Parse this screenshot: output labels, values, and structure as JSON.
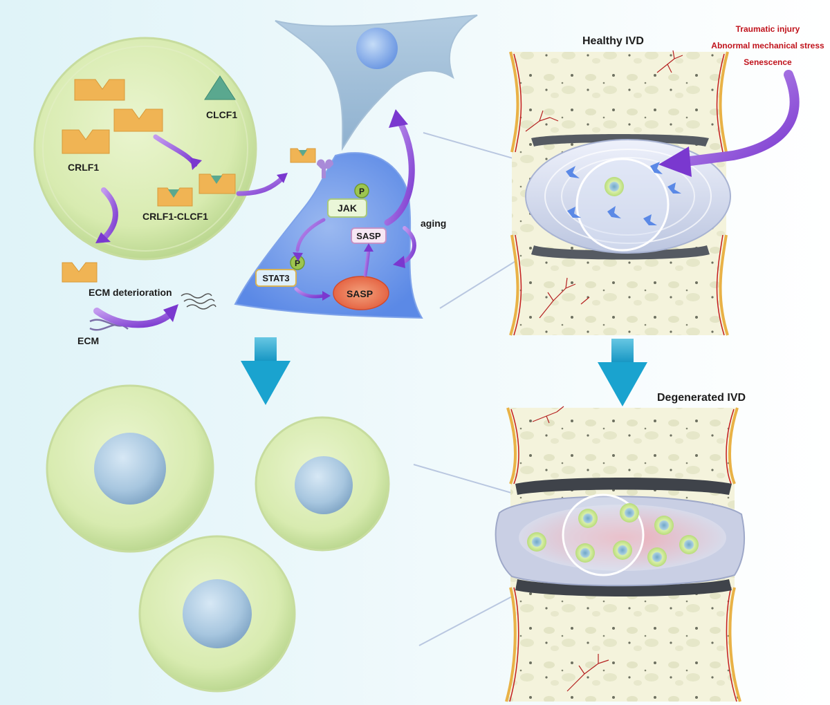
{
  "labels": {
    "clcf1": "CLCF1",
    "crlf1": "CRLF1",
    "complex": "CRLF1-CLCF1",
    "ecm_deterioration": "ECM deterioration",
    "ecm": "ECM",
    "jak": "JAK",
    "stat3": "STAT3",
    "phospho": "P",
    "sasp": "SASP",
    "aging": "aging",
    "healthy_ivd": "Healthy IVD",
    "degenerated_ivd": "Degenerated IVD"
  },
  "risk_factors": [
    "Traumatic injury",
    "Abnormal mechanical stress",
    "Senescence"
  ],
  "colors": {
    "background": "#e6f7fb",
    "cell_green": "#d9ecb4",
    "nucleus_blue": "#9ec0dc",
    "receptor_orange": "#f0b454",
    "clcf1_teal": "#5aa88f",
    "nucleus_pulposus_cell_blue": "#7fa8ec",
    "arrow_purple": "#8a4fd0",
    "transition_arrow_cyan": "#1aa3cf",
    "bone_yellow": "#f3f2d8",
    "cortical_red": "#c41c1c",
    "risk_text_red": "#c0121b"
  }
}
